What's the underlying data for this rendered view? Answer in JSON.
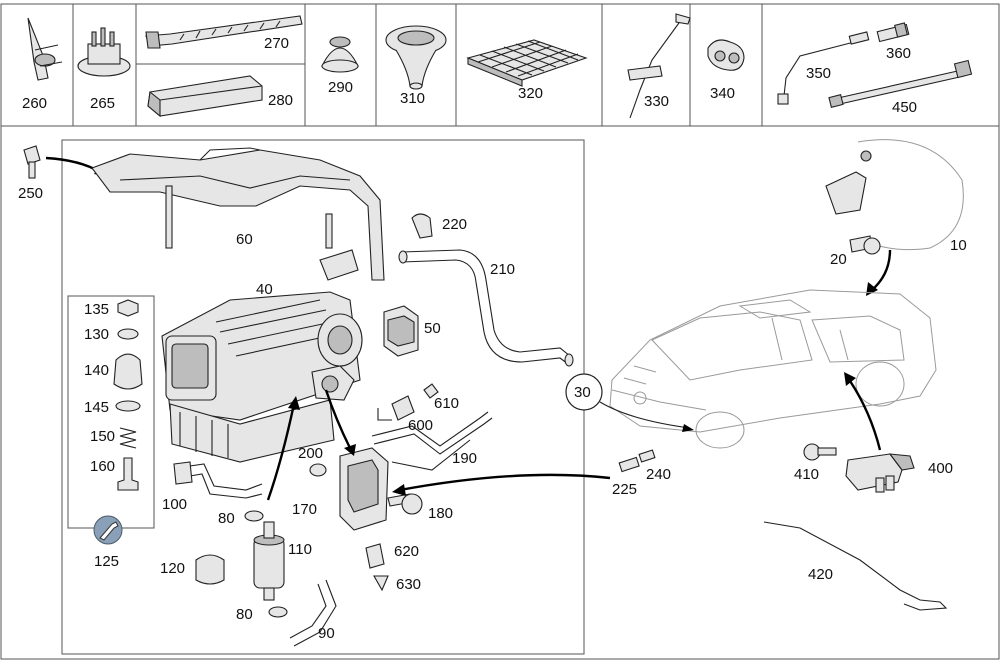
{
  "top_row_labels": [
    "260",
    "265",
    "270",
    "280",
    "290",
    "310",
    "320",
    "330",
    "340",
    "350",
    "360",
    "450"
  ],
  "main_labels": {
    "p250": "250",
    "p60": "60",
    "p220": "220",
    "p210": "210",
    "p40": "40",
    "p50": "50",
    "p135": "135",
    "p130": "130",
    "p140": "140",
    "p145": "145",
    "p150": "150",
    "p160": "160",
    "p125": "125",
    "p610": "610",
    "p600": "600",
    "p200": "200",
    "p190": "190",
    "p100": "100",
    "p80a": "80",
    "p170": "170",
    "p180": "180",
    "p110": "110",
    "p620": "620",
    "p120": "120",
    "p630": "630",
    "p80b": "80",
    "p90": "90"
  },
  "vehicle_labels": {
    "p10": "10",
    "p20": "20",
    "p30": "30",
    "p240": "240",
    "p225": "225",
    "p410": "410",
    "p400": "400",
    "p420": "420"
  },
  "colors": {
    "line": "#222222",
    "part_fill": "#e6e6e6",
    "part_dark": "#bdbdbd",
    "car_outline": "#9a9a9a",
    "frame": "#555555"
  }
}
